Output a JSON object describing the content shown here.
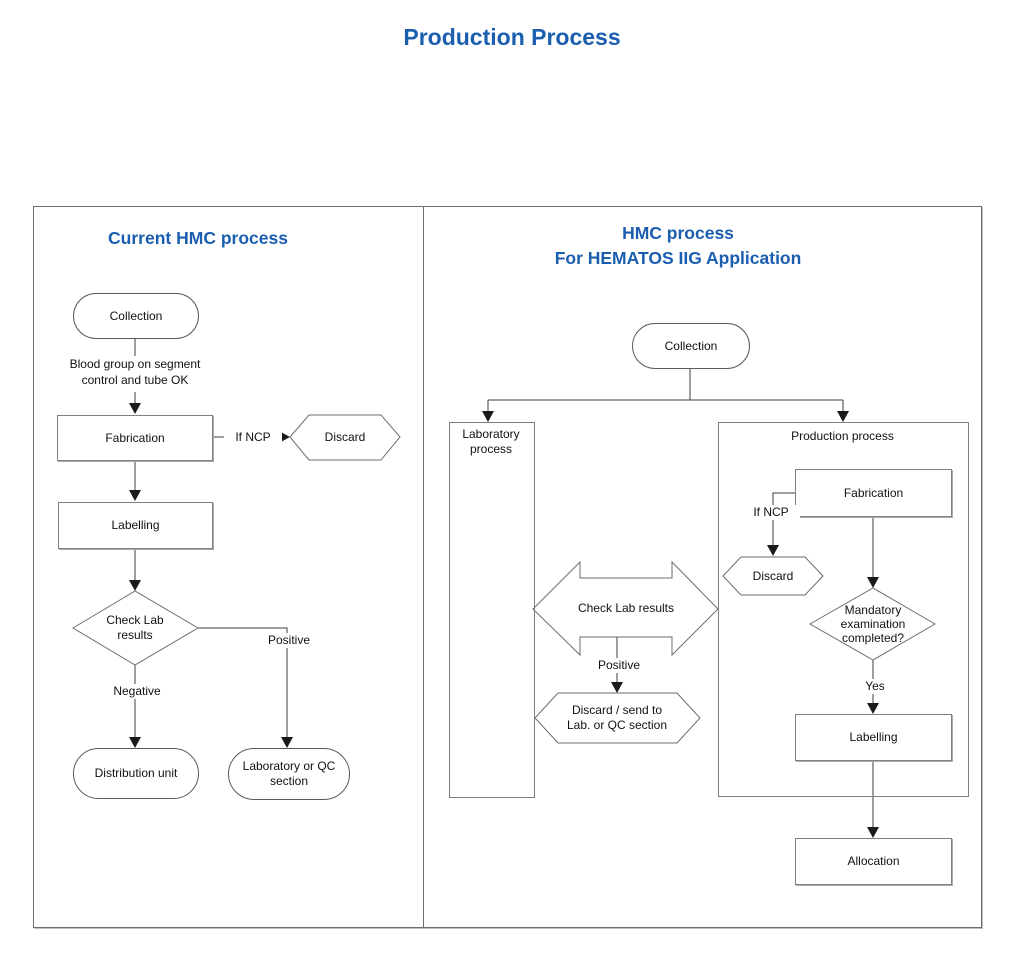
{
  "title": "Production Process",
  "colors": {
    "title_blue": "#1b5eb0",
    "shape_stroke": "#7f7f7f",
    "connector": "#3d3d3d"
  },
  "left_panel": {
    "title": "Current HMC process",
    "collection": "Collection",
    "blood_group_note": "Blood group on segment control and tube OK",
    "fabrication": "Fabrication",
    "if_ncp": "If NCP",
    "discard": "Discard",
    "labelling": "Labelling",
    "check_lab": "Check Lab results",
    "negative": "Negative",
    "positive": "Positive",
    "distribution_unit": "Distribution unit",
    "lab_or_qc": "Laboratory or QC section"
  },
  "right_panel": {
    "title_line1": "HMC process",
    "title_line2": "For HEMATOS IIG Application",
    "collection": "Collection",
    "laboratory_process": "Laboratory process",
    "production_process": "Production process",
    "fabrication": "Fabrication",
    "if_ncp": "If NCP",
    "discard": "Discard",
    "mandatory_exam": "Mandatory examination completed?",
    "yes": "Yes",
    "check_lab": "Check Lab results",
    "positive": "Positive",
    "discard_send": "Discard / send to Lab. or QC section",
    "labelling": "Labelling",
    "allocation": "Allocation"
  }
}
